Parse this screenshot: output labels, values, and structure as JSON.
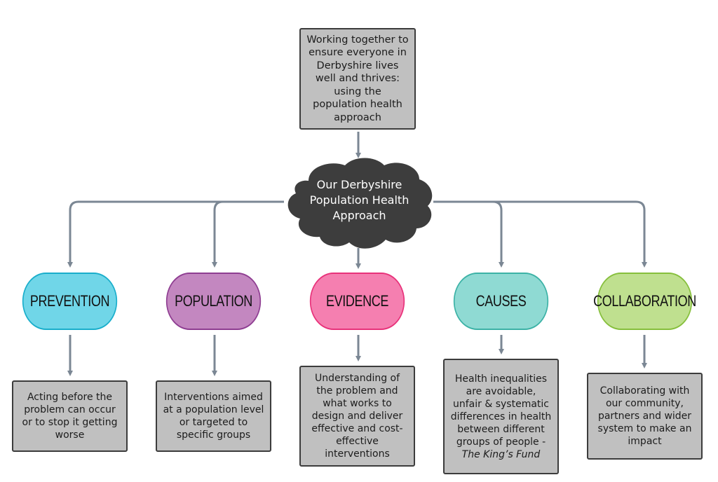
{
  "top_box": {
    "text": "Working together to ensure everyone in Derbyshire lives well and thrives: using the population health approach"
  },
  "center": {
    "text": "Our Derbyshire Population Health Approach",
    "fill": "#3d3d3d"
  },
  "connector_color": "#7b8794",
  "pillars": [
    {
      "label": "PREVENTION",
      "fill": "#70d6e8",
      "border": "#19aecb",
      "description": "Acting before the problem can occur or to stop it getting worse"
    },
    {
      "label": "POPULATION",
      "fill": "#c387c0",
      "border": "#8e3d91",
      "description": "Interventions aimed at a population level or targeted to specific groups"
    },
    {
      "label": "EVIDENCE",
      "fill": "#f57fb0",
      "border": "#e8327a",
      "description": "Understanding of the problem and what works to design and deliver effective and cost-effective interventions"
    },
    {
      "label": "CAUSES",
      "fill": "#8fdad3",
      "border": "#3cb2a6",
      "description": "Health inequalities are avoidable, unfair & systematic differences in health between different groups of people - ",
      "citation": "The King’s Fund"
    },
    {
      "label": "COLLABORATION",
      "fill": "#bfe08f",
      "border": "#86bf3c",
      "description": "Collaborating with our community, partners and wider system to make an impact"
    }
  ]
}
